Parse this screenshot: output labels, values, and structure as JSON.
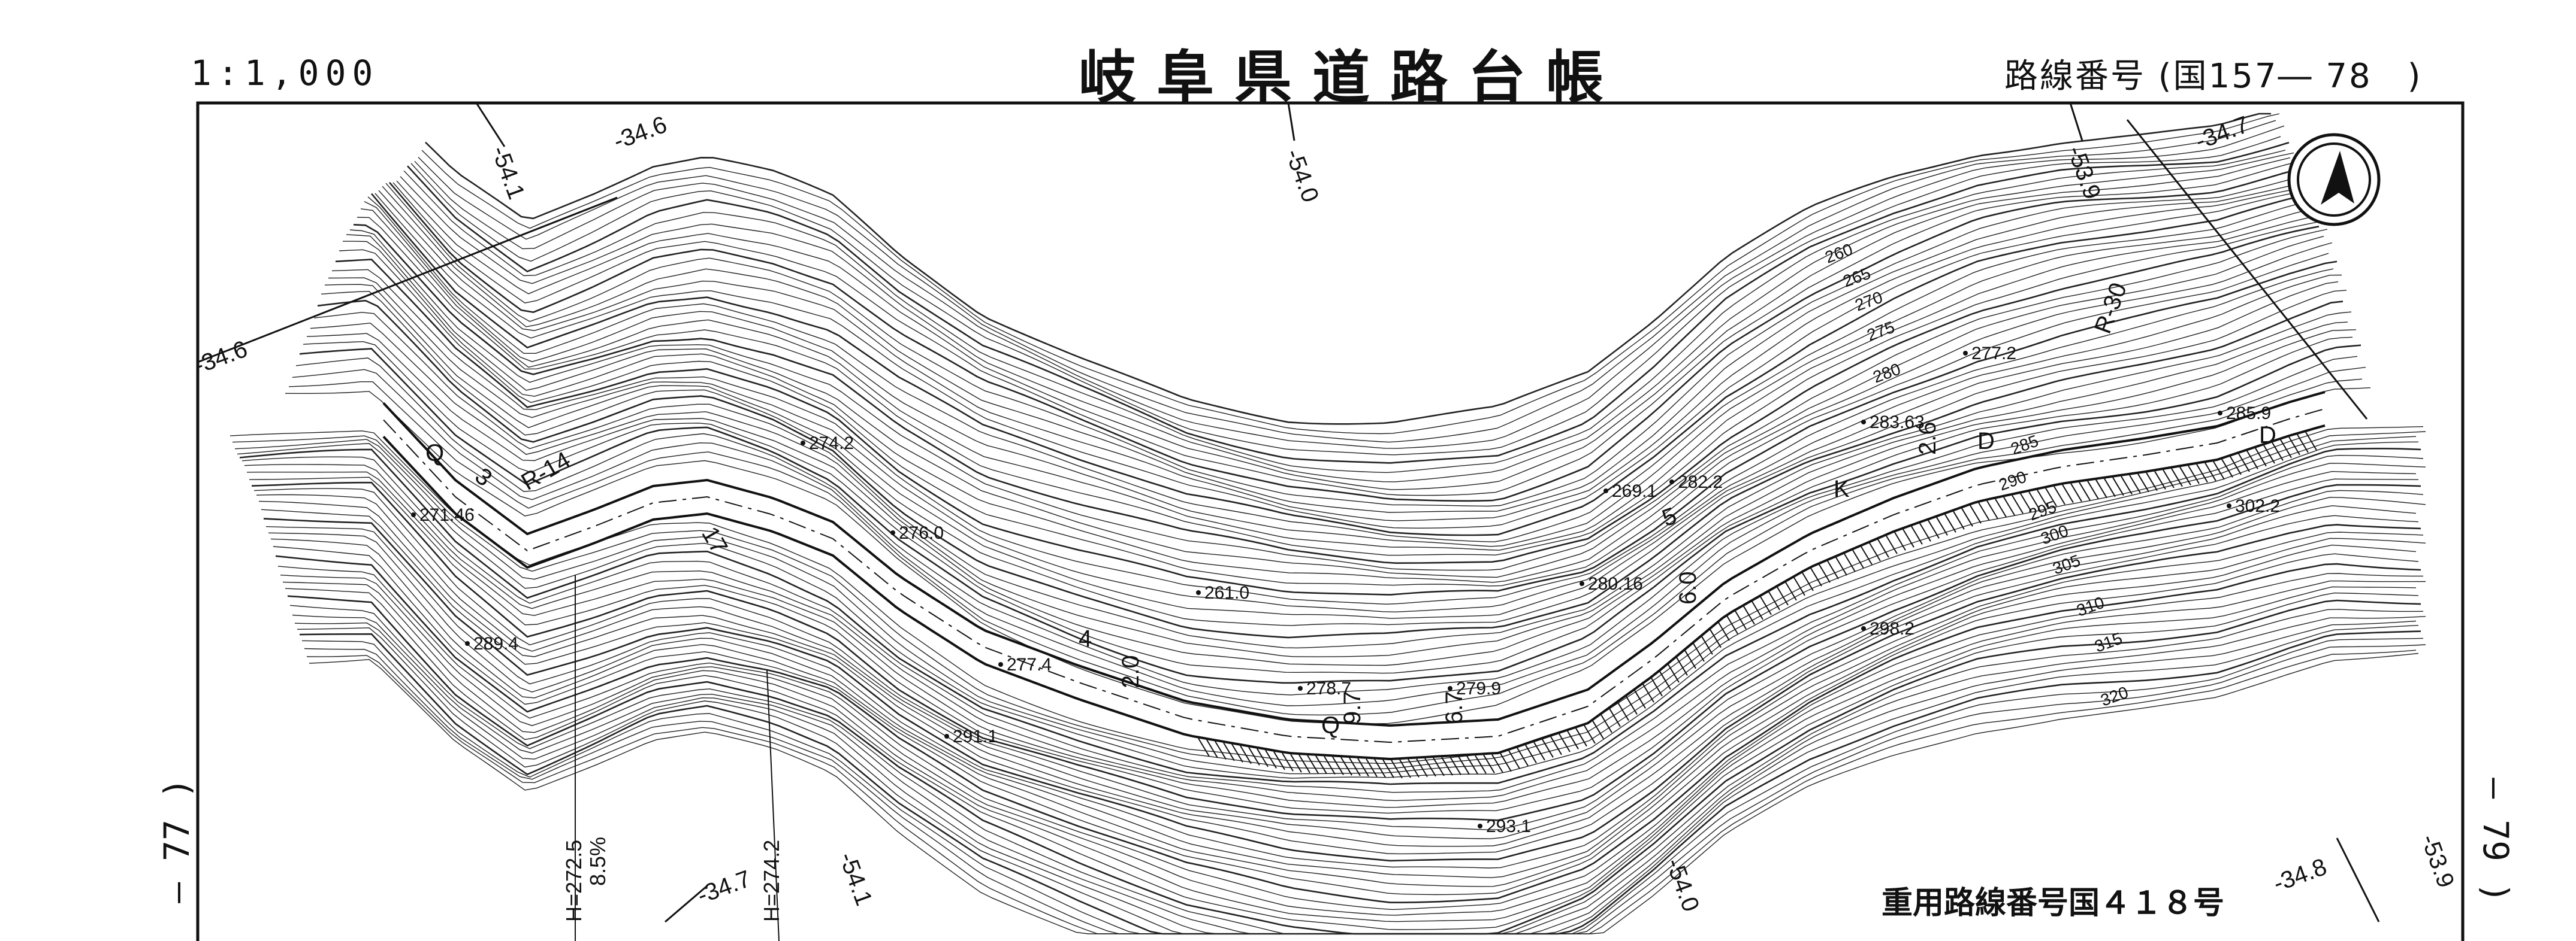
{
  "header": {
    "scale": "1:1,000",
    "title": "岐阜県道路台帳",
    "route_number": "路線番号 (国157― 78　)"
  },
  "sheet_refs": {
    "left": "― 77 )",
    "right": "― 79 )"
  },
  "footer": {
    "overlap_route": "重用路線番号国４１８号"
  },
  "north_arrow": {
    "icon": "north-arrow-icon"
  },
  "grid_labels": [
    {
      "id": "g1",
      "text": "-34.6"
    },
    {
      "id": "g2",
      "text": "-54.1"
    },
    {
      "id": "g3",
      "text": "-54.0"
    },
    {
      "id": "g4",
      "text": "-53.9"
    },
    {
      "id": "g5",
      "text": "-34.7"
    },
    {
      "id": "g6",
      "text": "-34.6"
    },
    {
      "id": "g7",
      "text": "-34.7"
    },
    {
      "id": "g8",
      "text": "-54.1"
    },
    {
      "id": "g9",
      "text": "-54.0"
    },
    {
      "id": "g10",
      "text": "-34.8"
    },
    {
      "id": "g11",
      "text": "-53.9"
    }
  ],
  "contour_labels": [
    "260",
    "265",
    "270",
    "275",
    "280",
    "285",
    "290",
    "295",
    "300",
    "305",
    "310",
    "315",
    "320"
  ],
  "spot_heights": [
    "274.2",
    "271.46",
    "276.0",
    "261.0",
    "277.4",
    "278.7",
    "279.9",
    "289.4",
    "291.1",
    "293.1",
    "269.1",
    "282.2",
    "280.16",
    "283.63",
    "277.2",
    "285.9",
    "302.2",
    "298.2"
  ],
  "road_annotations": {
    "curve_1": "R-14",
    "curve_2": "R-30",
    "section_3": "3",
    "section_4": "4",
    "section_5": "5",
    "marker_k": "K",
    "marker_d": "D",
    "marker_d2": "D",
    "marker_q": "Q",
    "marker_q2": "Q",
    "marker_17": "17",
    "width_1": "9.7",
    "width_2": "6.7",
    "width_3": "2.6",
    "width_4": "6.0",
    "width_5": "2.0"
  },
  "grade": {
    "h1": "H=272.5",
    "slope": "8.5%",
    "h2": "H=274.2"
  }
}
